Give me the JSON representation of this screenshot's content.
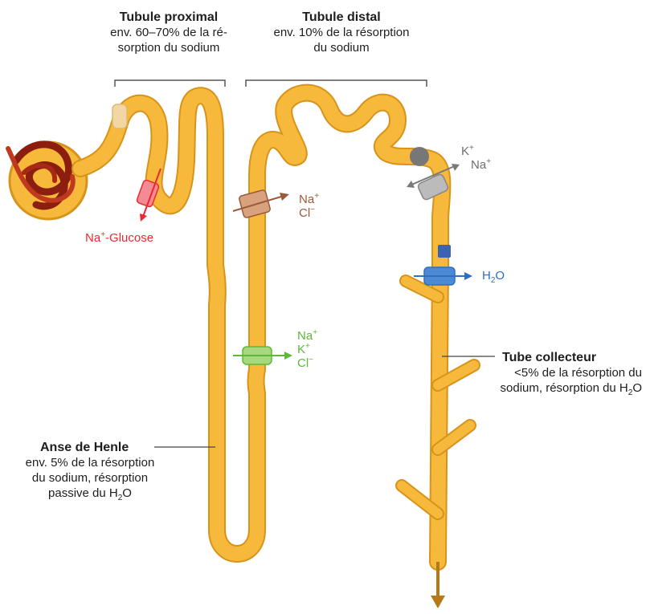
{
  "colors": {
    "tubule": "#f6b93b",
    "tubule_outline": "#d8931a",
    "glomerulus_dark": "#8b1e0e",
    "glomerulus_light": "#c0391f",
    "capsule": "#f6b93b",
    "bracket": "#555555",
    "sodium_glucose": "#e8292f",
    "nacl_thick": "#9a5a3a",
    "na_k_cl": "#5fb83a",
    "k_na_gray": "#7a7a7a",
    "water_blue": "#2f6fc0",
    "outflow_arrow": "#b57a16"
  },
  "labels": {
    "proximal": {
      "title": "Tubule proximal",
      "line1": "env. 60–70% de la ré-",
      "line2": "sorption du sodium"
    },
    "distal": {
      "title": "Tubule distal",
      "line1": "env. 10% de la résorption",
      "line2": "du sodium"
    },
    "henle": {
      "title": "Anse de Henle",
      "line1": "env. 5% de la résorption",
      "line2": "du sodium, résorption",
      "line3_pre": "passive du H",
      "line3_sub": "2",
      "line3_post": "O"
    },
    "collector": {
      "title": "Tube collecteur",
      "line1": "<5% de la résorption du",
      "line2_pre": "sodium, résorption du H",
      "line2_sub": "2",
      "line2_post": "O"
    }
  },
  "ions": {
    "na_glucose": {
      "na": "Na",
      "charge": "+",
      "rest": "-Glucose"
    },
    "nacl": {
      "na": "Na",
      "na_charge": "+",
      "cl": "Cl",
      "cl_charge": "−"
    },
    "nakcl": {
      "na": "Na",
      "na_charge": "+",
      "k": "K",
      "k_charge": "+",
      "cl": "Cl",
      "cl_charge": "−"
    },
    "kna": {
      "k": "K",
      "k_charge": "+",
      "na": "Na",
      "na_charge": "+"
    },
    "water": {
      "h": "H",
      "sub": "2",
      "o": "O"
    }
  }
}
